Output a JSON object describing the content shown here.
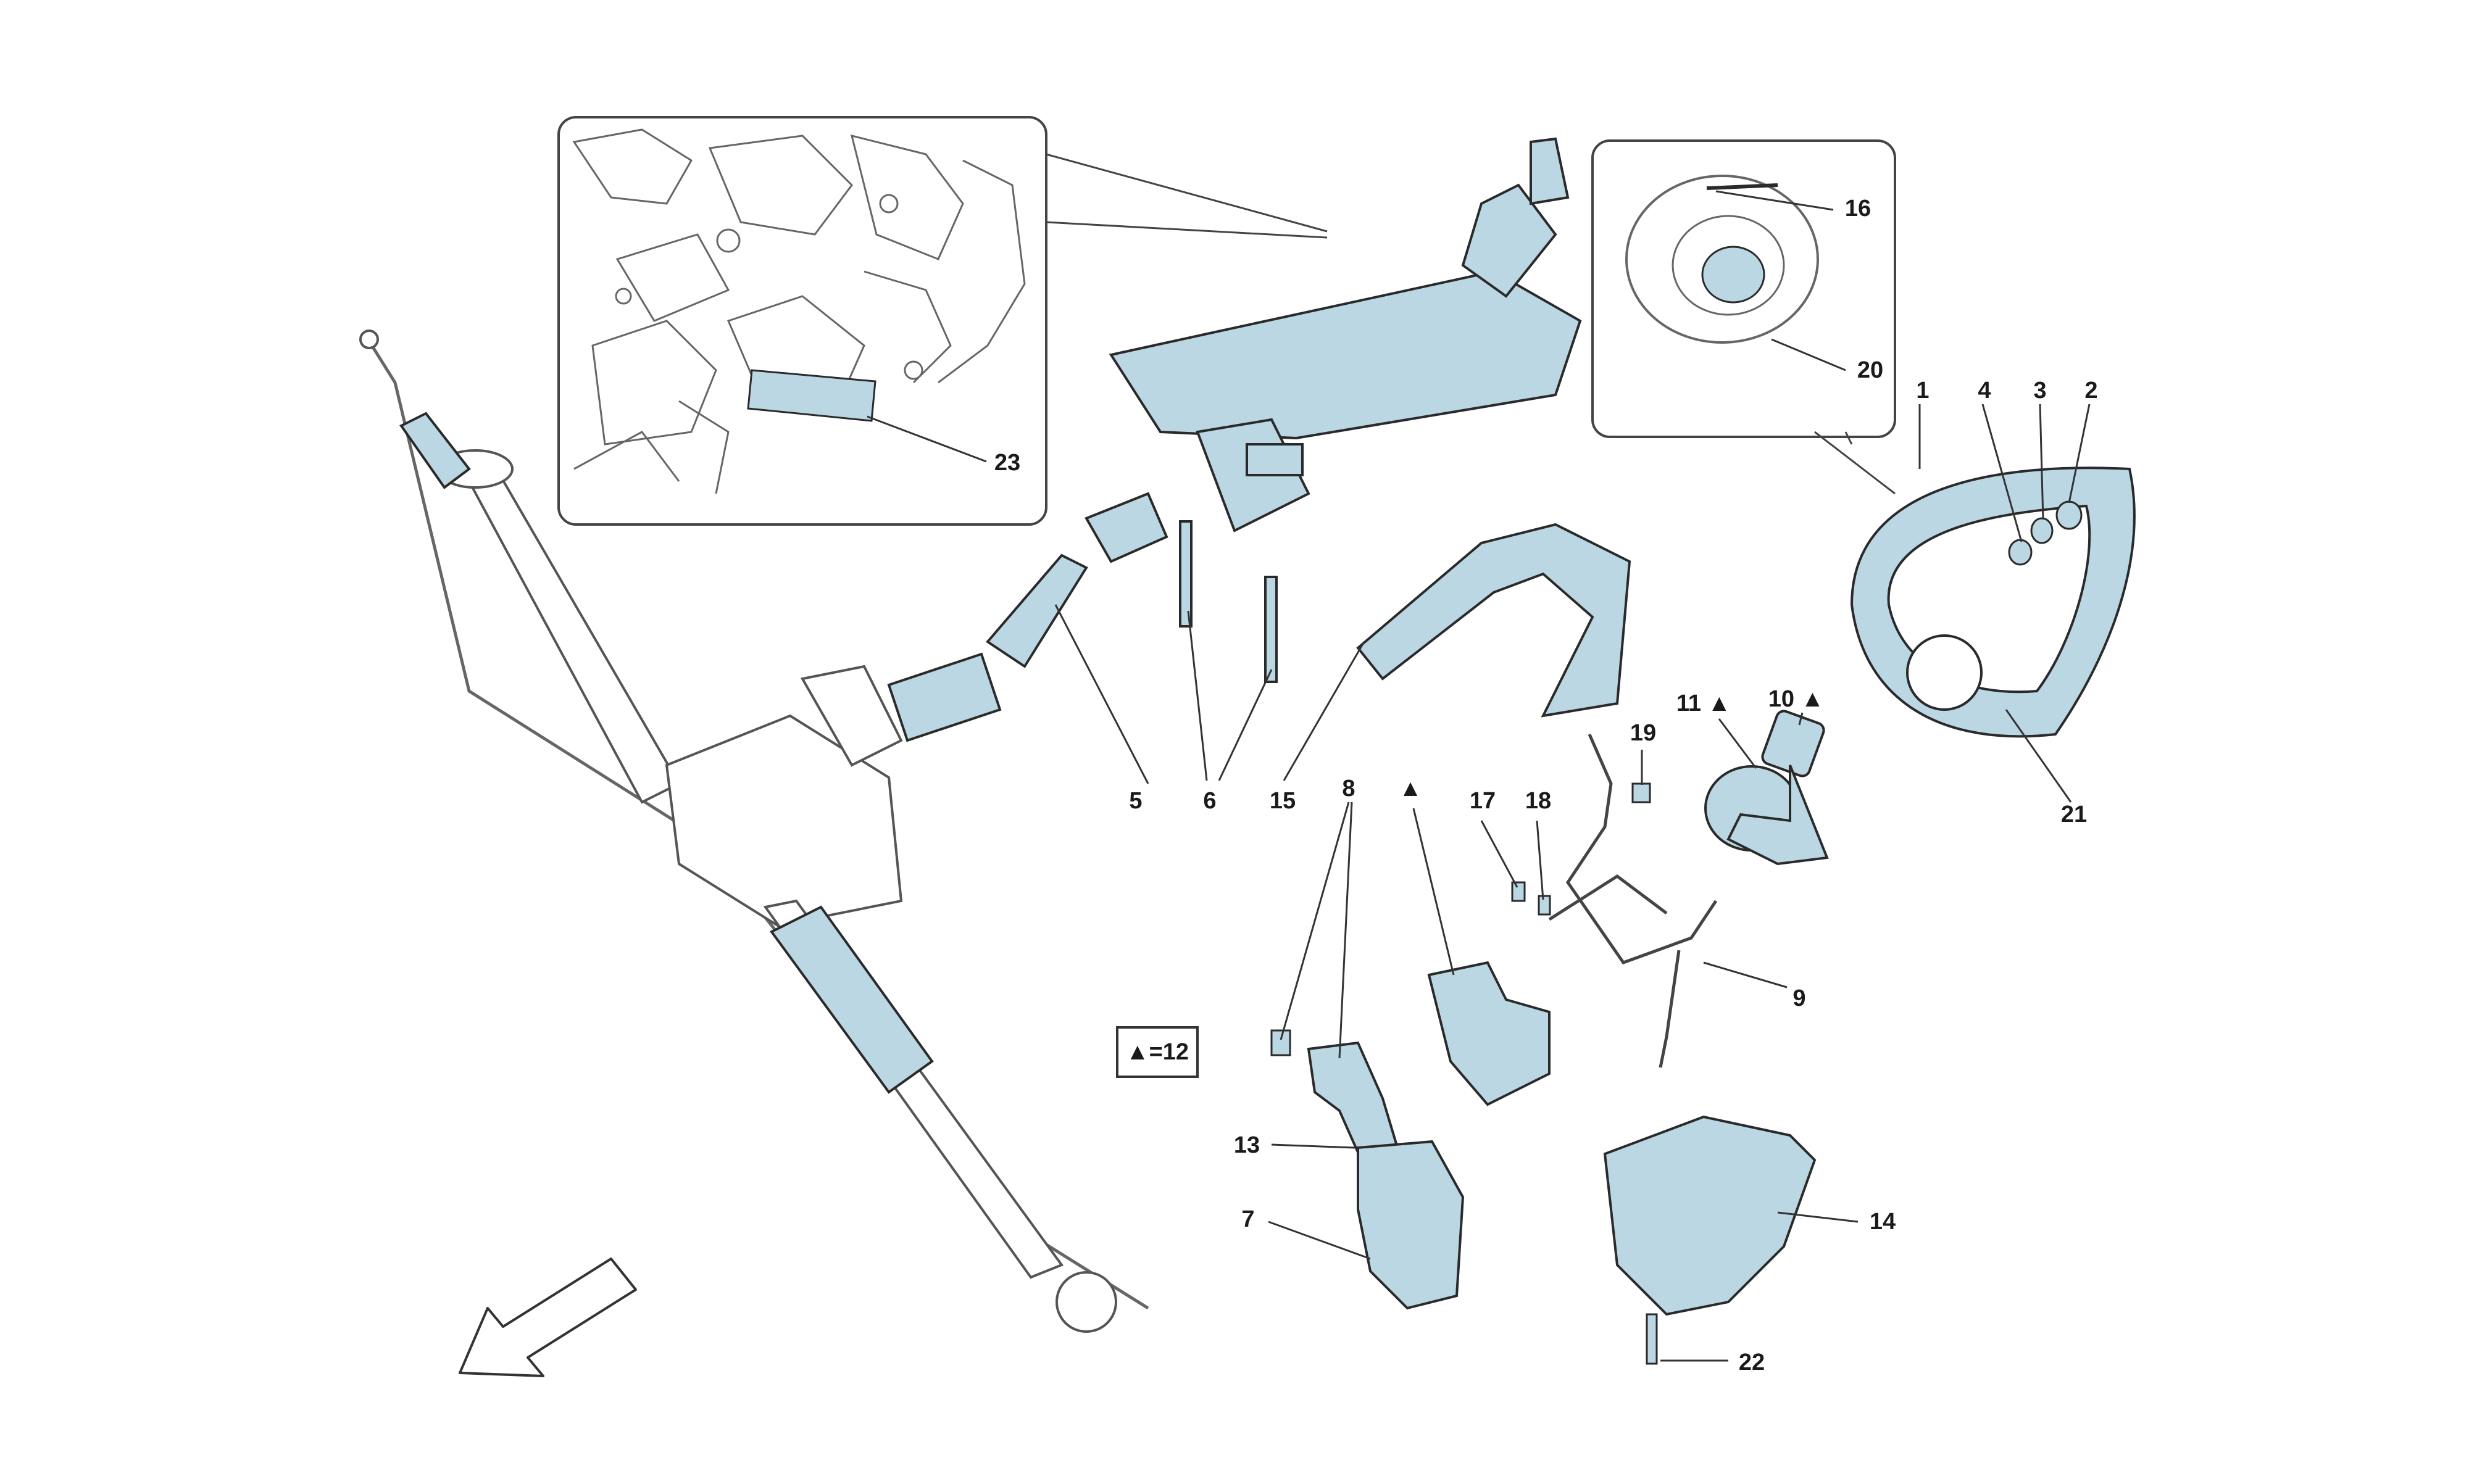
{
  "colors": {
    "part_fill": "#bcd7e4",
    "part_stroke": "#2a2a2a",
    "line": "#333333",
    "background": "#ffffff"
  },
  "legend": {
    "text": "▲=12"
  },
  "labels": {
    "l1": "1",
    "l2": "2",
    "l3": "3",
    "l4": "4",
    "l5": "5",
    "l6": "6",
    "l7": "7",
    "l8": "8",
    "l9": "9",
    "l10": "10 ▲",
    "l11": "11 ▲",
    "l12": "▲",
    "l13": "13",
    "l14": "14",
    "l15": "15",
    "l16": "16",
    "l17": "17",
    "l18": "18",
    "l19": "19",
    "l20": "20",
    "l21": "21",
    "l22": "22",
    "l23": "23"
  },
  "icons": {
    "direction_arrow": "direction-arrow-icon"
  }
}
